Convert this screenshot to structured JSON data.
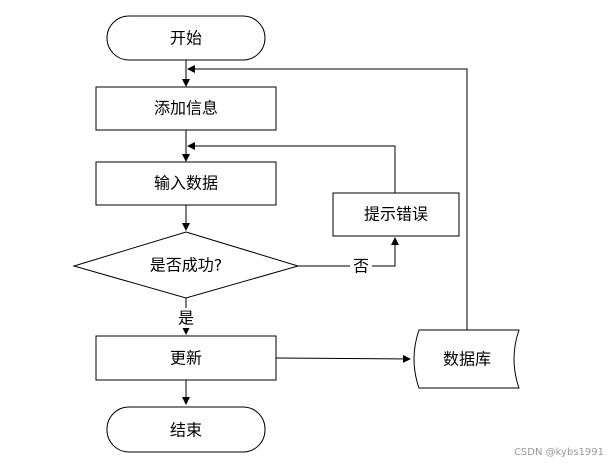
{
  "nodes": {
    "start": "开始",
    "add_info": "添加信息",
    "input_data": "输入数据",
    "decision": "是否成功?",
    "error_prompt": "提示错误",
    "update": "更新",
    "database": "数据库",
    "end": "结束"
  },
  "edge_labels": {
    "no": "否",
    "yes": "是"
  },
  "watermark": "CSDN @kybs1991"
}
